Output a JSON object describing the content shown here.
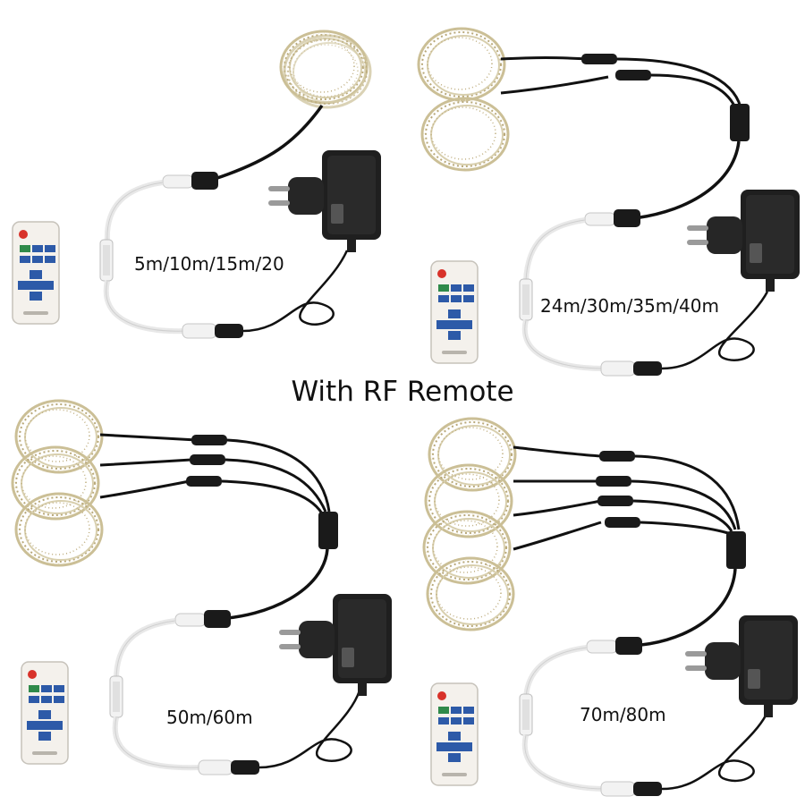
{
  "headline": "With RF Remote",
  "kits": [
    {
      "length_label": "5m/10m/15m/20",
      "coils": 1
    },
    {
      "length_label": "24m/30m/35m/40m",
      "coils": 2
    },
    {
      "length_label": "50m/60m",
      "coils": 3
    },
    {
      "length_label": "70m/80m",
      "coils": 4
    }
  ],
  "colors": {
    "background": "#ffffff",
    "cable": "#111111",
    "white_cable": "#e8e8e8",
    "adapter": "#1f1f1f",
    "wire_copper": "#c9b98a",
    "remote_power": "#d8322a",
    "remote_green": "#2f8a4a",
    "remote_blue": "#2d5aa8"
  },
  "icons": [
    "led-fairy-string-icon",
    "power-adapter-icon",
    "rf-remote-icon",
    "controller-icon",
    "splitter-icon"
  ]
}
